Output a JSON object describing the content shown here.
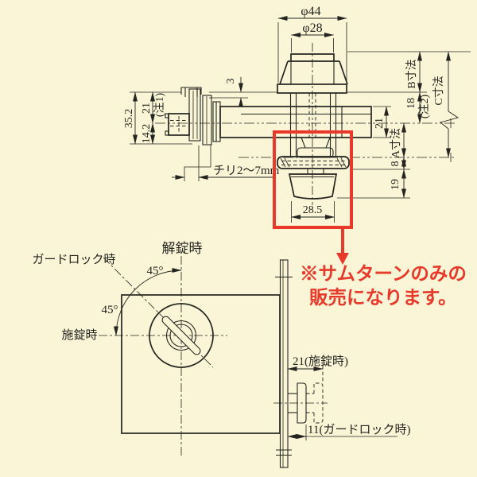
{
  "colors": {
    "background": "#f9f5d6",
    "line": "#242420",
    "red": "#e8392b"
  },
  "top_view": {
    "phi44": "φ44",
    "phi28": "φ28",
    "gap3": "3",
    "total_h": "35.2",
    "upper_h": "21",
    "upper_note": "(注1)",
    "lower_h": "14.2",
    "clearance": "チリ2〜7mm",
    "bar_h": "21",
    "dim_a": "A寸法",
    "dim_8": "8",
    "dim_19": "19",
    "dim_b": "B寸法",
    "dim_18": "18",
    "note2": "(注2)",
    "dim_c": "C寸法",
    "grip_w": "28.5"
  },
  "annotation": {
    "line1": "※サムターンのみの",
    "line2": "販売になります。"
  },
  "front_view": {
    "unlocked": "解錠時",
    "guard_lock": "ガードロック時",
    "locked": "施錠時",
    "angle_top": "45°",
    "angle_left": "45°"
  },
  "side_view": {
    "locked_dim": "21(施錠時)",
    "guard_dim": "11(ガードロック時)"
  }
}
